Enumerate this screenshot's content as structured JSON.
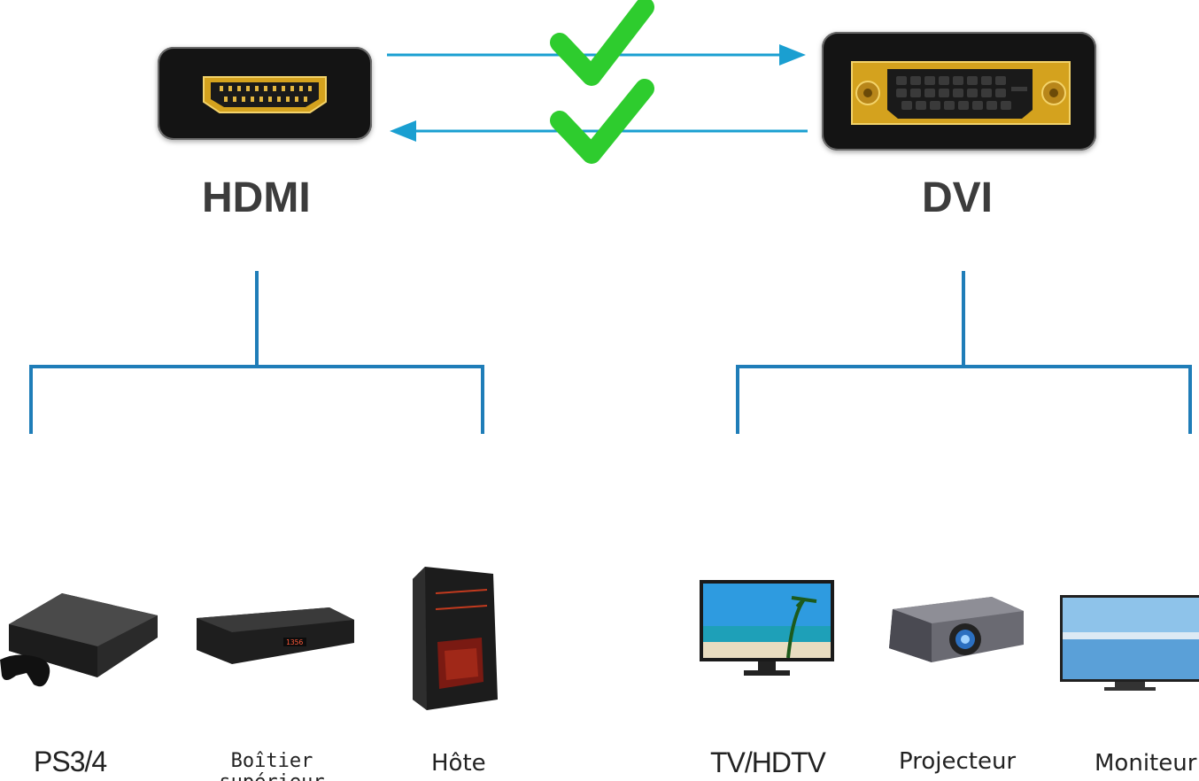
{
  "connectors": {
    "left": {
      "label": "HDMI"
    },
    "right": {
      "label": "DVI"
    }
  },
  "devices": {
    "hdmi": [
      {
        "label": "PS3/4",
        "icon": "game-console-icon"
      },
      {
        "label": "Boîtier\nsupérieur",
        "icon": "set-top-box-icon"
      },
      {
        "label": "Hôte",
        "icon": "pc-tower-icon"
      }
    ],
    "dvi": [
      {
        "label": "TV/HDTV",
        "icon": "tv-icon"
      },
      {
        "label": "Projecteur",
        "icon": "projector-icon"
      },
      {
        "label": "Moniteur",
        "icon": "monitor-icon"
      }
    ]
  },
  "colors": {
    "arrow": "#1a9fd1",
    "tree": "#1f7db8",
    "check": "#2ecc2e",
    "gold": "#d4a21e"
  }
}
